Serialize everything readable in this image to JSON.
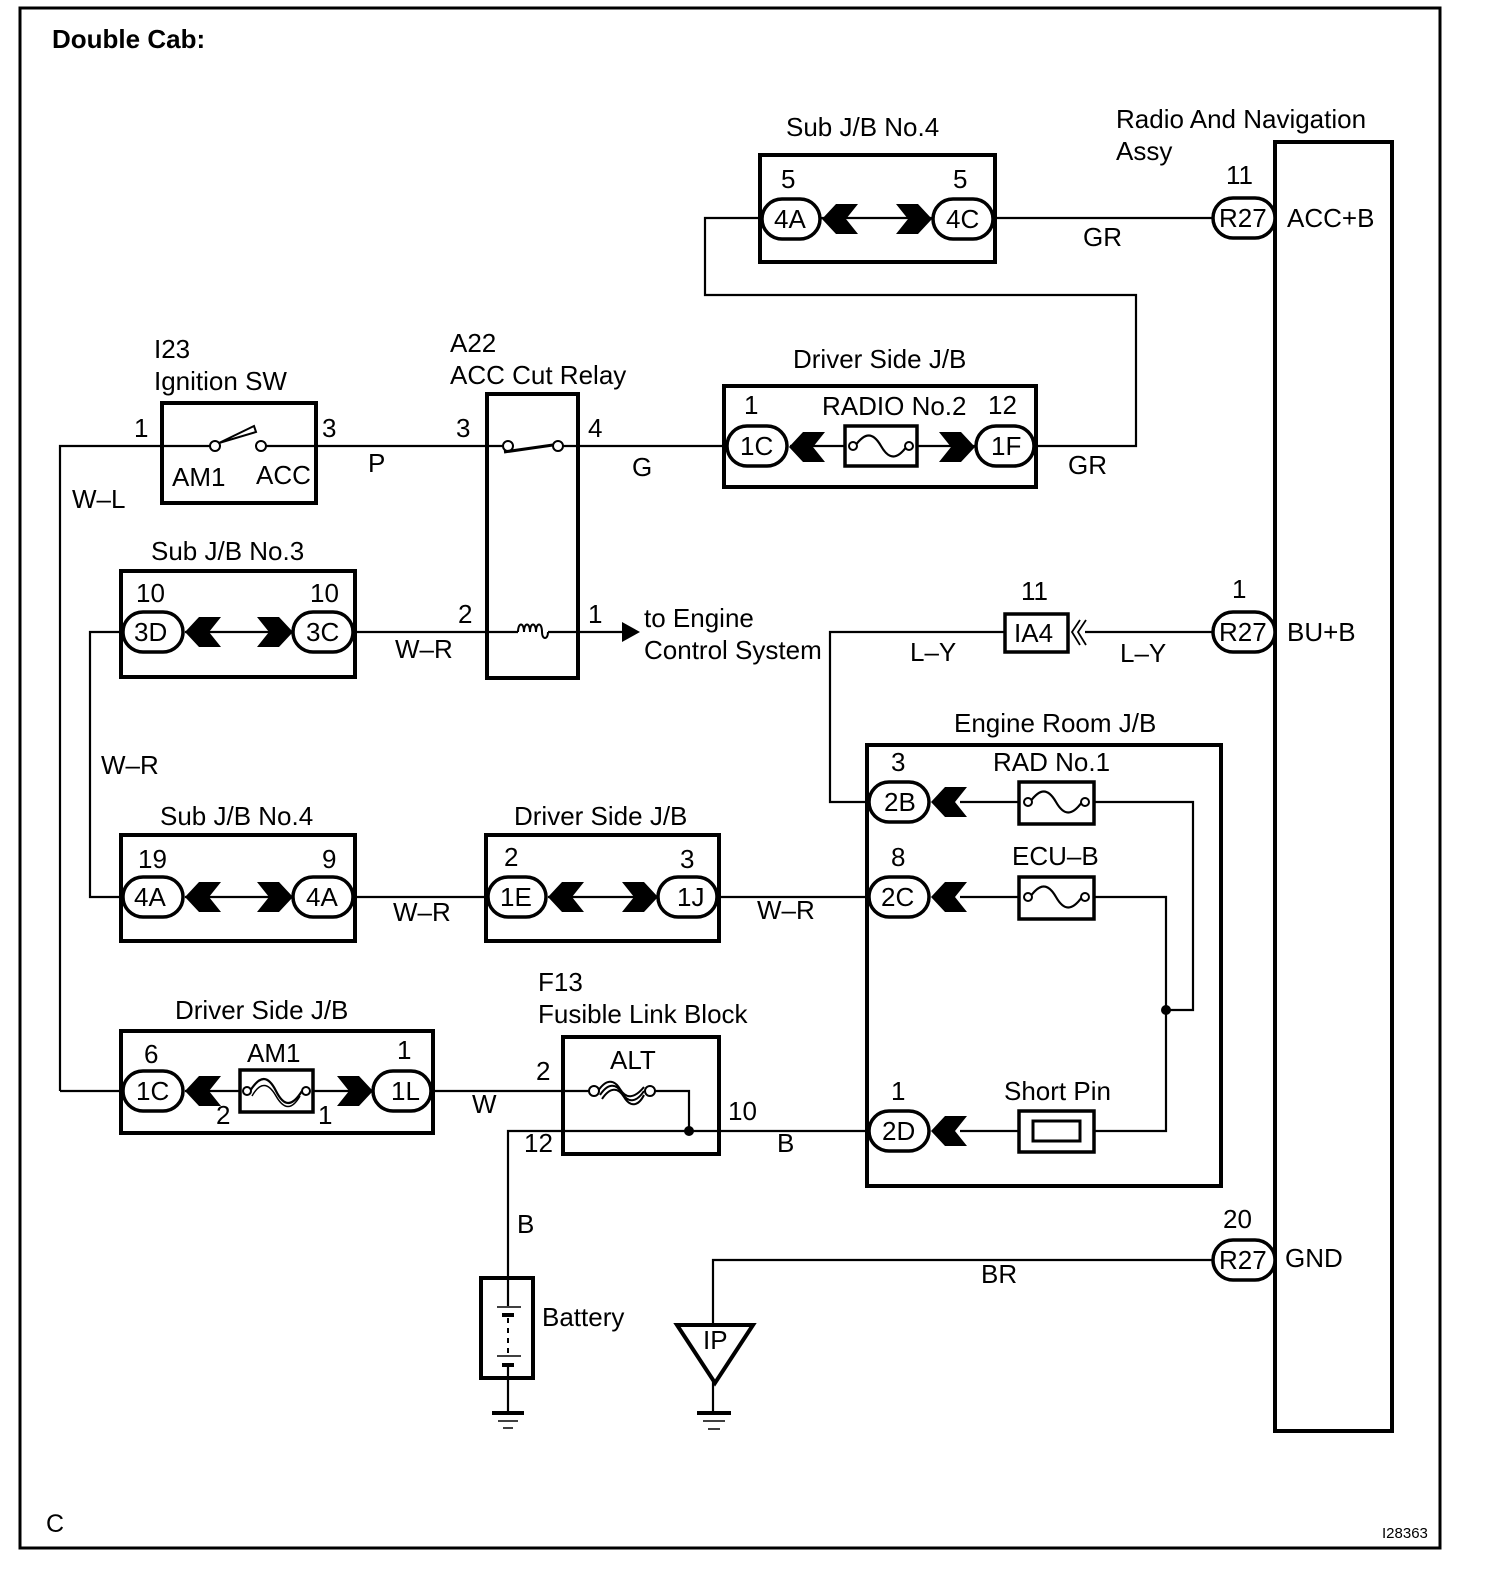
{
  "title": "Double Cab:",
  "footer": {
    "corner_letter": "C",
    "figure_id": "I28363"
  },
  "components": {
    "sub_jb4_top": {
      "label": "Sub J/B No.4",
      "left": {
        "pin": "5",
        "connector": "4A"
      },
      "right": {
        "pin": "5",
        "connector": "4C"
      }
    },
    "radio_nav": {
      "label_line1": "Radio And Navigation",
      "label_line2": "Assy",
      "terminals": [
        {
          "pin": "11",
          "connector": "R27",
          "name": "ACC+B"
        },
        {
          "pin": "1",
          "connector": "R27",
          "name": "BU+B"
        },
        {
          "pin": "20",
          "connector": "R27",
          "name": "GND"
        }
      ]
    },
    "ignition_sw": {
      "id": "I23",
      "label": "Ignition SW",
      "pin_left": "1",
      "pin_right": "3",
      "term_left": "AM1",
      "term_right": "ACC"
    },
    "acc_cut_relay": {
      "id": "A22",
      "label": "ACC Cut Relay",
      "pin_3": "3",
      "pin_4": "4",
      "pin_2": "2",
      "pin_1": "1"
    },
    "driver_jb_radio": {
      "label": "Driver Side J/B",
      "fuse": "RADIO No.2",
      "left": {
        "pin": "1",
        "connector": "1C"
      },
      "right": {
        "pin": "12",
        "connector": "1F"
      }
    },
    "sub_jb3": {
      "label": "Sub J/B No.3",
      "left": {
        "pin": "10",
        "connector": "3D"
      },
      "right": {
        "pin": "10",
        "connector": "3C"
      }
    },
    "engine_control": {
      "line1": "to Engine",
      "line2": "Control System"
    },
    "ia4": {
      "pin": "11",
      "connector": "IA4"
    },
    "engine_room_jb": {
      "label": "Engine Room J/B",
      "rows": [
        {
          "pin": "3",
          "connector": "2B",
          "fuse": "RAD No.1"
        },
        {
          "pin": "8",
          "connector": "2C",
          "fuse": "ECU–B"
        },
        {
          "pin": "1",
          "connector": "2D",
          "fuse": "Short Pin"
        }
      ]
    },
    "sub_jb4_bottom": {
      "label": "Sub J/B No.4",
      "left": {
        "pin": "19",
        "connector": "4A"
      },
      "right": {
        "pin": "9",
        "connector": "4A"
      }
    },
    "driver_jb_mid": {
      "label": "Driver Side J/B",
      "left": {
        "pin": "2",
        "connector": "1E"
      },
      "right": {
        "pin": "3",
        "connector": "1J"
      }
    },
    "driver_jb_am1": {
      "label": "Driver Side J/B",
      "fuse": "AM1",
      "left": {
        "pin": "6",
        "connector": "1C"
      },
      "right": {
        "pin": "1",
        "connector": "1L"
      },
      "fuse_pin_left": "2",
      "fuse_pin_right": "1"
    },
    "fusible_link": {
      "id": "F13",
      "label": "Fusible Link Block",
      "fuse": "ALT",
      "pin_in": "2",
      "pin_out": "10",
      "pin_batt": "12"
    },
    "battery": {
      "label": "Battery"
    },
    "ground_ip": {
      "label": "IP"
    }
  },
  "wire_colors": {
    "acc_b": "GR",
    "radio2_out": "GR",
    "wl": "W–L",
    "ign_to_relay": "P",
    "relay_to_radio2": "G",
    "sub3_to_relay": "W–R",
    "left_vertical": "W–R",
    "sub4_to_drv": "W–R",
    "drv_to_2c": "W–R",
    "ly_left": "L–Y",
    "ly_right": "L–Y",
    "am1_to_alt": "W",
    "fl_to_2d": "B",
    "batt": "B",
    "gnd": "BR"
  }
}
